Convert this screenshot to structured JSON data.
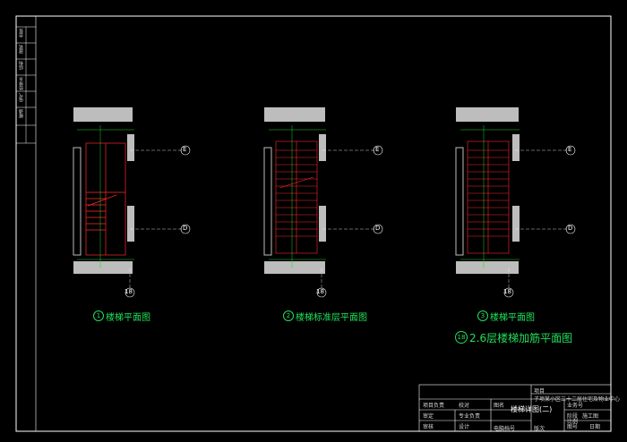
{
  "colors": {
    "frame": "#ffffff",
    "wall": "#bdbdbd",
    "stair": "#ff2a2a",
    "dim": "#1fd11f",
    "grid": "#ffffff",
    "text": "#22e05a",
    "tick": "#ffff33"
  },
  "axes": {
    "E": "E",
    "D": "D",
    "n18": "18"
  },
  "plans": [
    {
      "num": "1",
      "caption": "楼梯平面图"
    },
    {
      "num": "2",
      "caption": "楼梯标准层平面图"
    },
    {
      "num": "3",
      "caption": "楼梯平面图"
    }
  ],
  "section_caption": {
    "num": "18",
    "text": "2.6层楼梯加筋平面图"
  },
  "title_block": {
    "project_label": "项目",
    "sub_label": "子项",
    "sub_value": "某小区三十二层住宅及物业中心",
    "drawing_label": "图名",
    "drawing_value": "楼梯详图(二)",
    "audit": "审定",
    "check": "校对",
    "review": "审核",
    "major": "专业负责",
    "project_lead": "项目负责",
    "design": "设计",
    "file_label": "电脑档号",
    "version": "版次",
    "code_label": "业务号",
    "stage_label": "阶段",
    "stage_value": "施工图",
    "scale_label": "比例",
    "sheet_label": "图号",
    "date_label": "日期"
  },
  "side_strip": [
    "会签",
    "建筑",
    "结构",
    "给排水",
    "电气",
    "暖通"
  ]
}
